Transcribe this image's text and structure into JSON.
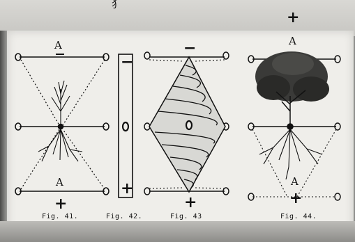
{
  "figures": [
    {
      "caption": "Fig. 41.",
      "top_letter": "A",
      "bottom_letter": "A",
      "bottom_sign": "+"
    },
    {
      "caption": "Fig. 42.",
      "top_sign": "−",
      "middle": "o",
      "bottom_sign": "+"
    },
    {
      "caption": "Fig. 43",
      "top_sign": "−",
      "bottom_sign": "+"
    },
    {
      "caption": "Fig. 44.",
      "top_sign": "+",
      "top_letter": "A",
      "bottom_letter": "A",
      "bottom_sign": "+"
    }
  ],
  "top_fragment": "犭"
}
